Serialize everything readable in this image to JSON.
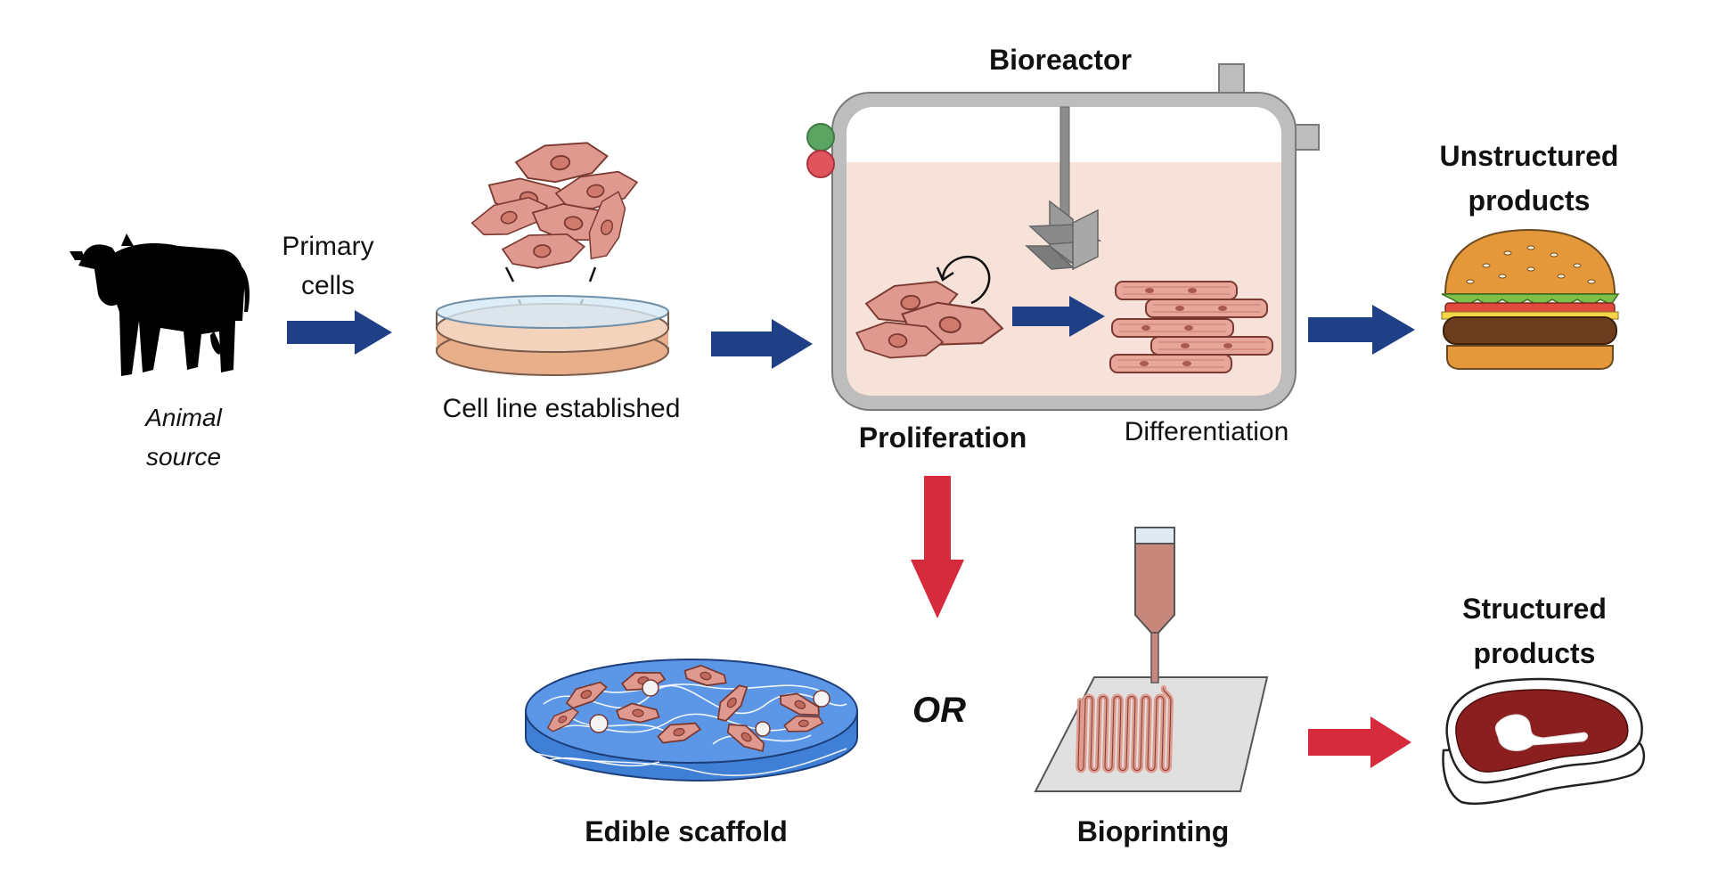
{
  "labels": {
    "primary_cells_line1": "Primary",
    "primary_cells_line2": "cells",
    "animal_source_line1": "Animal",
    "animal_source_line2": "source",
    "cell_line": "Cell line established",
    "bioreactor": "Bioreactor",
    "proliferation": "Proliferation",
    "differentiation": "Differentiation",
    "unstructured_line1": "Unstructured",
    "unstructured_line2": "products",
    "or": "OR",
    "edible_scaffold": "Edible scaffold",
    "bioprinting": "Bioprinting",
    "structured_line1": "Structured",
    "structured_line2": "products"
  },
  "colors": {
    "blue_arrow": "#1f3f86",
    "red_arrow": "#d52b3c",
    "cell_fill": "#e0998e",
    "cell_outline": "#7a3a32",
    "bioreactor_frame": "#9e9e9e",
    "medium": "#f6e2d8",
    "scaffold_blue": "#4f8ee0",
    "burger_bun": "#e4983a",
    "steak": "#8b1e1e"
  },
  "icons": {
    "animal": "cow-icon",
    "dish": "petri-dish-icon",
    "burger": "burger-icon",
    "steak": "steak-icon",
    "printer": "bioprinter-icon",
    "scaffold": "scaffold-icon"
  }
}
